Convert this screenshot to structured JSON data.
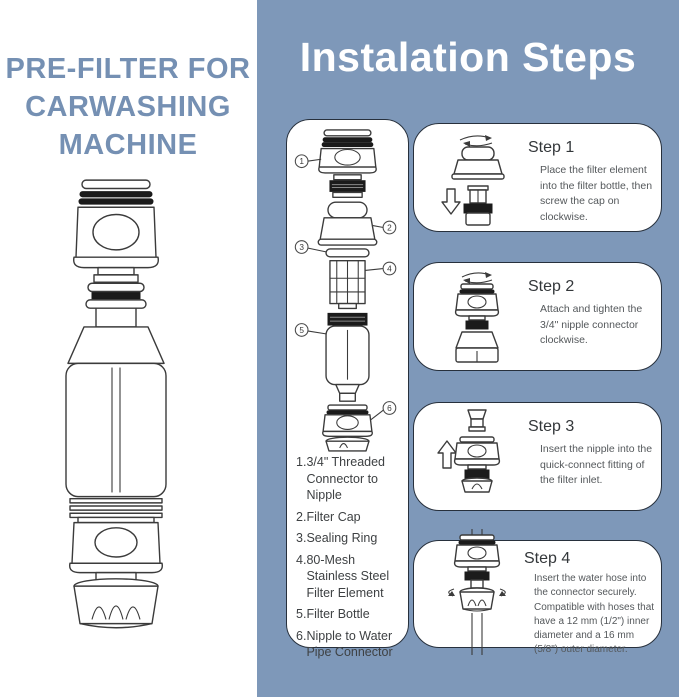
{
  "left_panel": {
    "title_lines": [
      "PRE-FILTER FOR",
      "CARWASHING",
      "MACHINE"
    ]
  },
  "right_panel": {
    "heading": "Instalation Steps",
    "exploded": {
      "callouts": [
        "1",
        "2",
        "3",
        "4",
        "5",
        "6"
      ],
      "parts": [
        {
          "num": "1.",
          "name": "3/4\" Threaded Connector to Nipple"
        },
        {
          "num": "2.",
          "name": "Filter Cap"
        },
        {
          "num": "3.",
          "name": "Sealing Ring"
        },
        {
          "num": "4.",
          "name": "80-Mesh Stainless Steel Filter Element"
        },
        {
          "num": "5.",
          "name": "Filter Bottle"
        },
        {
          "num": "6.",
          "name": "Nipple to Water Pipe Connector"
        }
      ]
    },
    "steps": [
      {
        "title": "Step 1",
        "body": "Place the filter element into the filter bottle, then screw the cap on clockwise."
      },
      {
        "title": "Step 2",
        "body": "Attach and tighten the 3/4\" nipple connector clockwise."
      },
      {
        "title": "Step 3",
        "body": "Insert the nipple into the quick-connect fitting of the filter inlet."
      },
      {
        "title": "Step 4",
        "body": "Insert the water hose into the connector securely. Compatible with hoses that have a 12 mm (1/2\") inner diameter and a 16 mm (5/8\") outer diameter."
      }
    ]
  },
  "colors": {
    "background_blue": "#7E98B9",
    "panel_white": "#FFFFFF",
    "panel_border": "#27303c",
    "title_blue": "#7590B3",
    "heading_text": "#FFFFFF",
    "body_text": "#54585b",
    "line_art": "#3b3b3b"
  }
}
